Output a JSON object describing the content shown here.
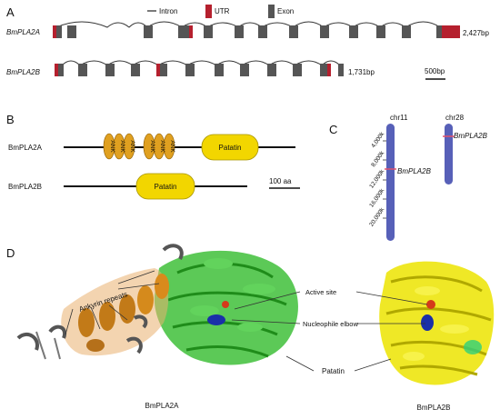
{
  "panels": {
    "a": "A",
    "b": "B",
    "c": "C",
    "d": "D"
  },
  "legend": {
    "intron": "Intron",
    "utr": "UTR",
    "exon": "Exon"
  },
  "colors": {
    "utr": "#b5202e",
    "exon": "#555555",
    "ank": "#e0a020",
    "patatin": "#f2d600",
    "chrom": "#5760b8",
    "marker": "#e0506a"
  },
  "genes": [
    {
      "name": "BmPLA2A",
      "length": "2,427bp"
    },
    {
      "name": "BmPLA2B",
      "length": "1,731bp"
    }
  ],
  "scale_bp": "500bp",
  "proteins": [
    {
      "name": "BmPLA2A",
      "domain": "Patatin",
      "ank_label": "ANK"
    },
    {
      "name": "BmPLA2B",
      "domain": "Patatin"
    }
  ],
  "scale_aa": "100 aa",
  "chromosomes": [
    {
      "name": "chr11",
      "gene": "BmPLA2B"
    },
    {
      "name": "chr28",
      "gene": "BmPLA2B"
    }
  ],
  "chrom_ticks": [
    "4,000k",
    "8,000k",
    "12,000k",
    "16,000k",
    "20,000k"
  ],
  "structure_labels": {
    "ankyrin": "Ankyrin repeats",
    "active": "Active site",
    "nucleophile": "Nucleophile elbow",
    "patatin": "Patatin",
    "left_name": "BmPLA2A",
    "right_name": "BmPLA2B"
  }
}
